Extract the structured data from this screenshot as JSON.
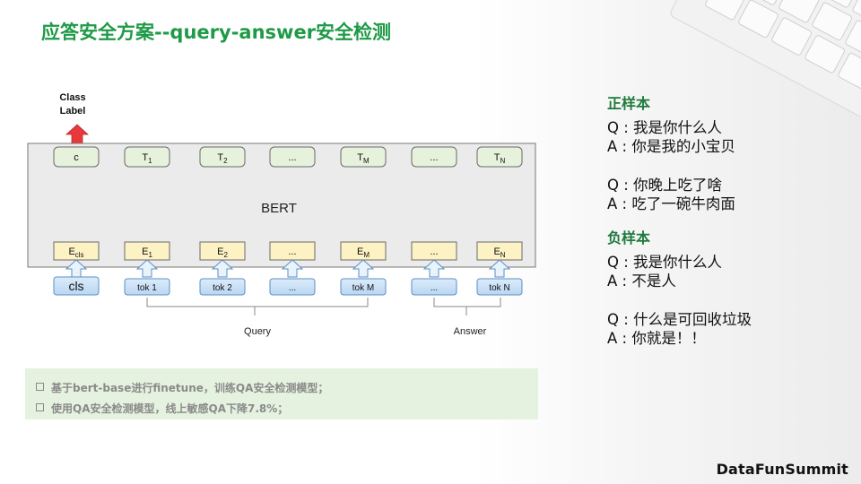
{
  "slide": {
    "title": "应答安全方案--query-answer安全检测"
  },
  "diagram": {
    "output_label_line1": "Class",
    "output_label_line2": "Label",
    "model_label": "BERT",
    "output_tokens": [
      {
        "main": "c",
        "sub": ""
      },
      {
        "main": "T",
        "sub": "1"
      },
      {
        "main": "T",
        "sub": "2"
      },
      {
        "main": "...",
        "sub": ""
      },
      {
        "main": "T",
        "sub": "M"
      },
      {
        "main": "...",
        "sub": ""
      },
      {
        "main": "T",
        "sub": "N"
      }
    ],
    "embeddings": [
      {
        "main": "E",
        "sub": "cls"
      },
      {
        "main": "E",
        "sub": "1"
      },
      {
        "main": "E",
        "sub": "2"
      },
      {
        "main": "...",
        "sub": ""
      },
      {
        "main": "E",
        "sub": "M"
      },
      {
        "main": "...",
        "sub": ""
      },
      {
        "main": "E",
        "sub": "N"
      }
    ],
    "input_tokens": [
      "cls",
      "tok 1",
      "tok 2",
      "...",
      "tok M",
      "...",
      "tok N"
    ],
    "query_label": "Query",
    "answer_label": "Answer",
    "colors": {
      "output_fill": "#e7f2dc",
      "embedding_fill": "#fdf2c4",
      "input_fill": "#cfe3f6",
      "arrow_up_red": "#e8383a",
      "arrow_blue_fill": "#e9f3fc"
    }
  },
  "positive": {
    "heading": "正样本",
    "pairs": [
      {
        "q": "Q : 我是你什么人",
        "a": "A : 你是我的小宝贝"
      },
      {
        "q": "Q : 你晚上吃了啥",
        "a": "A : 吃了一碗牛肉面"
      }
    ]
  },
  "negative": {
    "heading": "负样本",
    "pairs": [
      {
        "q": "Q : 我是你什么人",
        "a": "A : 不是人"
      },
      {
        "q": "Q : 什么是可回收垃圾",
        "a": "A : 你就是！！"
      }
    ]
  },
  "notes": [
    "基于bert-base进行finetune，训练QA安全检测模型；",
    "使用QA安全检测模型，线上敏感QA下降7.8%；"
  ],
  "brand": "DataFunSummit"
}
